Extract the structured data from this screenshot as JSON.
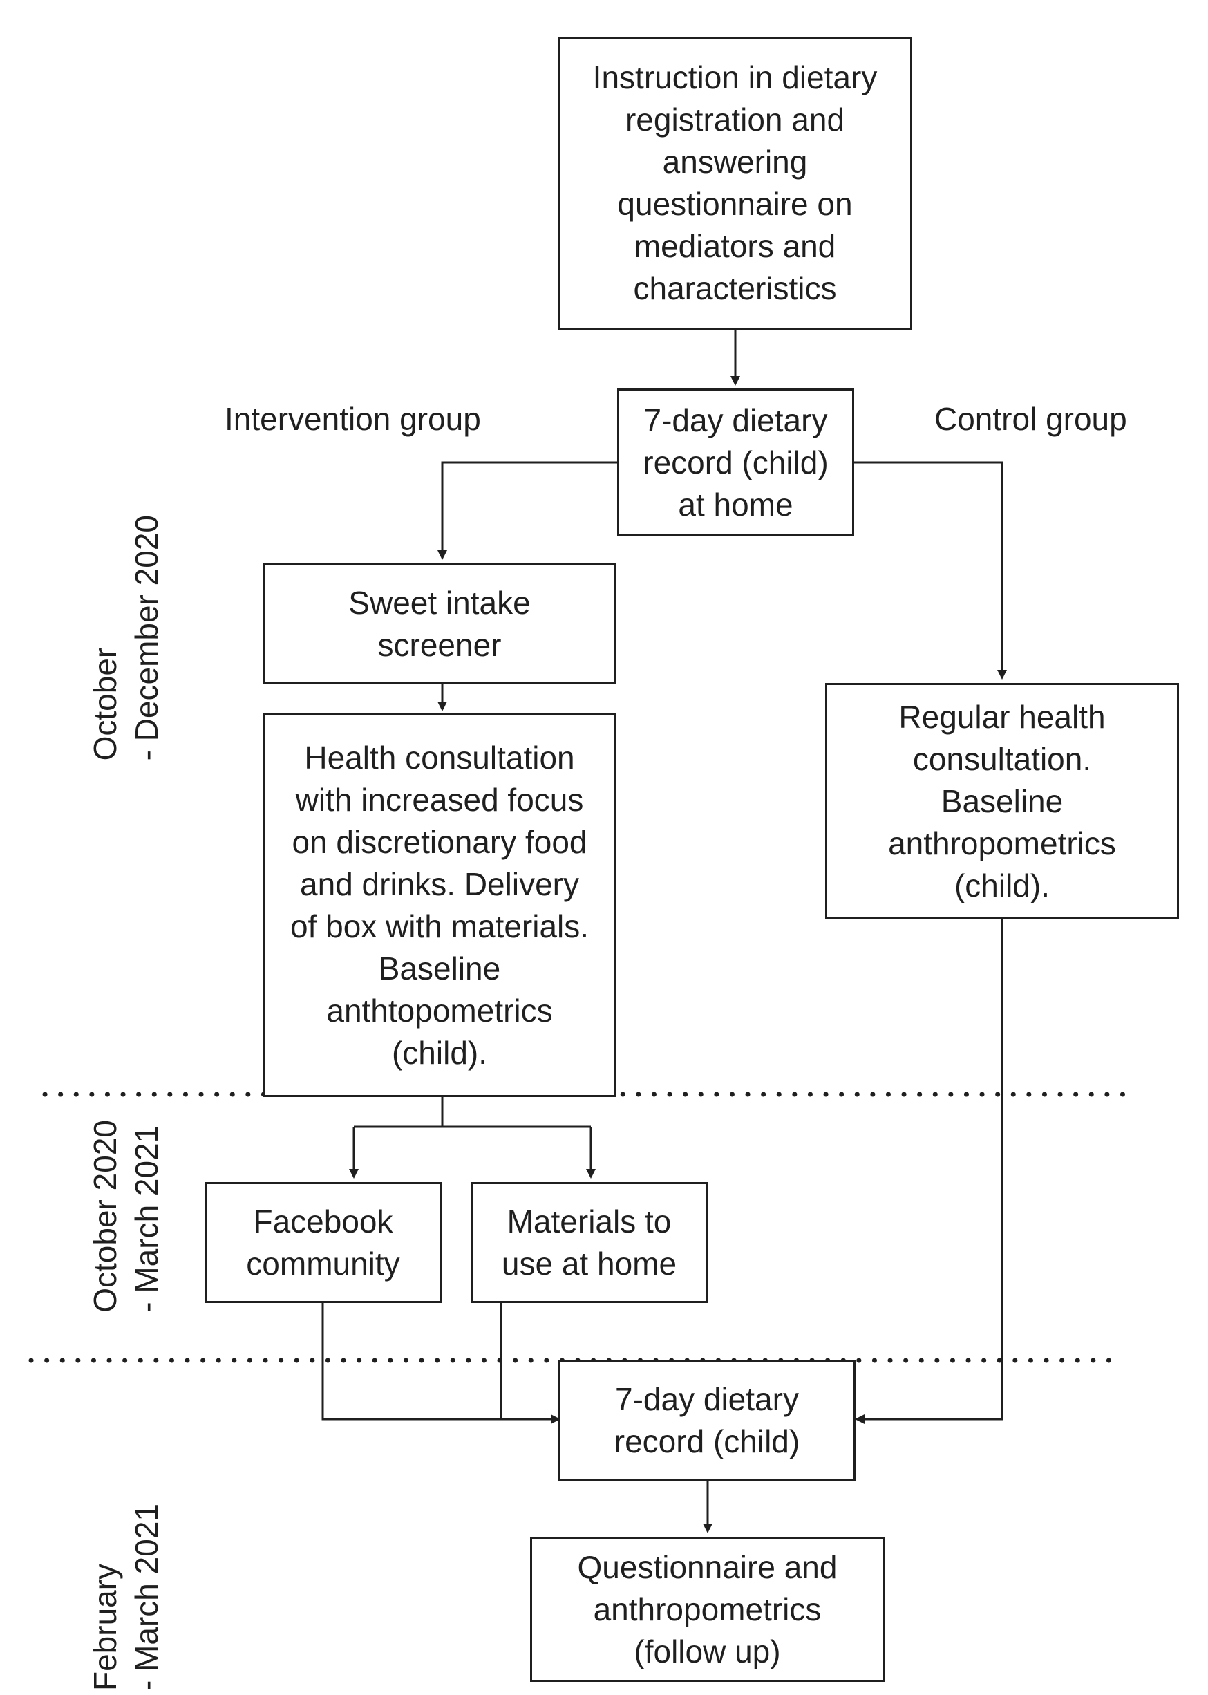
{
  "nodes": {
    "instruction": "Instruction in dietary\nregistration and\nanswering\nquestionnaire on\nmediators and\ncharacteristics",
    "record_home": "7-day dietary\nrecord (child)\nat home",
    "sweet_screener": "Sweet intake\nscreener",
    "health_consult_intervention": "Health consultation\nwith increased focus\non discretionary food\nand drinks. Delivery\nof box with materials.\nBaseline\nanthtopometrics\n(child).",
    "regular_consult": "Regular health\nconsultation.\nBaseline\nanthropometrics\n(child).",
    "facebook": "Facebook\ncommunity",
    "materials": "Materials to\nuse at home",
    "record_followup": "7-day dietary\nrecord (child)",
    "questionnaire": "Questionnaire and\nanthropometrics\n(follow up)"
  },
  "groups": {
    "intervention": "Intervention group",
    "control": "Control group"
  },
  "periods": {
    "p1": "October\n- December 2020",
    "p2": "October 2020\n- March 2021",
    "p3": "February\n- March 2021"
  },
  "colors": {
    "line": "#1f1f1f",
    "background": "#ffffff"
  }
}
